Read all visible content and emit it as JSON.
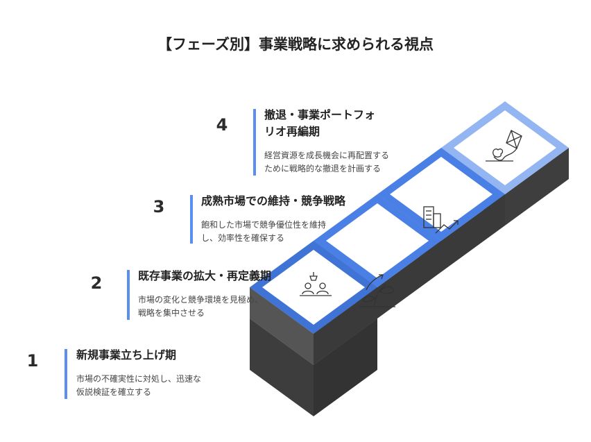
{
  "title": "【フェーズ別】事業戦略に求められる視点",
  "phases": [
    {
      "number": "1",
      "title_lines": [
        "新規事業立ち上げ期"
      ],
      "desc_lines": [
        "市場の不確実性に対処し、迅速な",
        "仮説検証を確立する"
      ],
      "icon": "people-meeting-lamp-icon"
    },
    {
      "number": "2",
      "title_lines": [
        "既存事業の拡大・再定義期"
      ],
      "desc_lines": [
        "市場の変化と競争環境を見極め、",
        "戦略を集中させる"
      ],
      "icon": "growing-plant-icon"
    },
    {
      "number": "3",
      "title_lines": [
        "成熟市場での維持・競争戦略"
      ],
      "desc_lines": [
        "飽和した市場で競争優位性を維持",
        "し、効率性を確保する"
      ],
      "icon": "buildings-growth-icon"
    },
    {
      "number": "4",
      "title_lines": [
        "撤退・事業ポートフォ",
        "リオ再編期"
      ],
      "desc_lines": [
        "経営資源を成長機会に再配置する",
        "ために戦略的な撤退を計画する"
      ],
      "icon": "kite-icon"
    }
  ],
  "colors": {
    "accent_bar": "#5a8ff0",
    "step_border": "#3f73d6",
    "step_border_top": "#93b5f2",
    "step_side_dark": "#3a3a3a",
    "step_side_light": "#5c5c5c"
  }
}
